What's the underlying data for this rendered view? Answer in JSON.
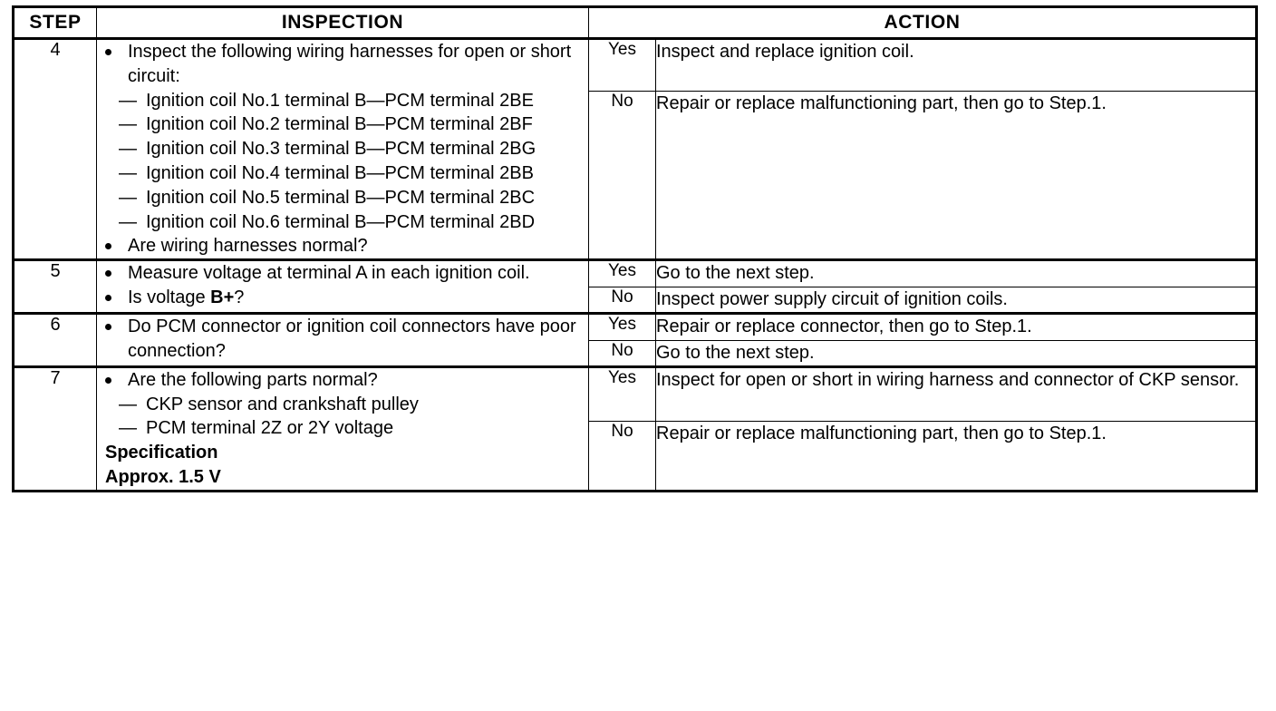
{
  "table": {
    "headers": {
      "step": "STEP",
      "inspection": "INSPECTION",
      "action": "ACTION"
    },
    "rows": [
      {
        "step": "4",
        "inspection": {
          "b1": "Inspect the following wiring harnesses for open or short circuit:",
          "dashes": [
            "Ignition coil No.1 terminal B—PCM terminal 2BE",
            "Ignition coil No.2 terminal B—PCM terminal 2BF",
            "Ignition coil No.3 terminal B—PCM terminal 2BG",
            "Ignition coil No.4 terminal B—PCM terminal 2BB",
            "Ignition coil No.5 terminal B—PCM terminal 2BC",
            "Ignition coil No.6 terminal B—PCM terminal 2BD"
          ],
          "b2": "Are wiring harnesses normal?"
        },
        "yes_label": "Yes",
        "yes_action": "Inspect and replace ignition coil.",
        "no_label": "No",
        "no_action": "Repair or replace malfunctioning part, then go to Step.1."
      },
      {
        "step": "5",
        "inspection": {
          "b1": "Measure voltage at terminal A in each ignition coil.",
          "b2_prefix": "Is voltage ",
          "b2_bold": "B+",
          "b2_suffix": "?"
        },
        "yes_label": "Yes",
        "yes_action": "Go to the next step.",
        "no_label": "No",
        "no_action": "Inspect power supply circuit of ignition coils."
      },
      {
        "step": "6",
        "inspection": {
          "b1": "Do PCM connector or ignition coil connectors have poor connection?"
        },
        "yes_label": "Yes",
        "yes_action": "Repair or replace connector, then go to Step.1.",
        "no_label": "No",
        "no_action": "Go to the next step."
      },
      {
        "step": "7",
        "inspection": {
          "b1": "Are the following parts normal?",
          "dashes": [
            "CKP sensor and crankshaft pulley",
            "PCM terminal 2Z or 2Y voltage"
          ],
          "spec_title": "Specification",
          "spec_value": "Approx. 1.5 V"
        },
        "yes_label": "Yes",
        "yes_action": "Inspect for open or short in wiring harness and connector of CKP sensor.",
        "no_label": "No",
        "no_action": "Repair or replace malfunctioning part, then go to Step.1."
      }
    ]
  }
}
